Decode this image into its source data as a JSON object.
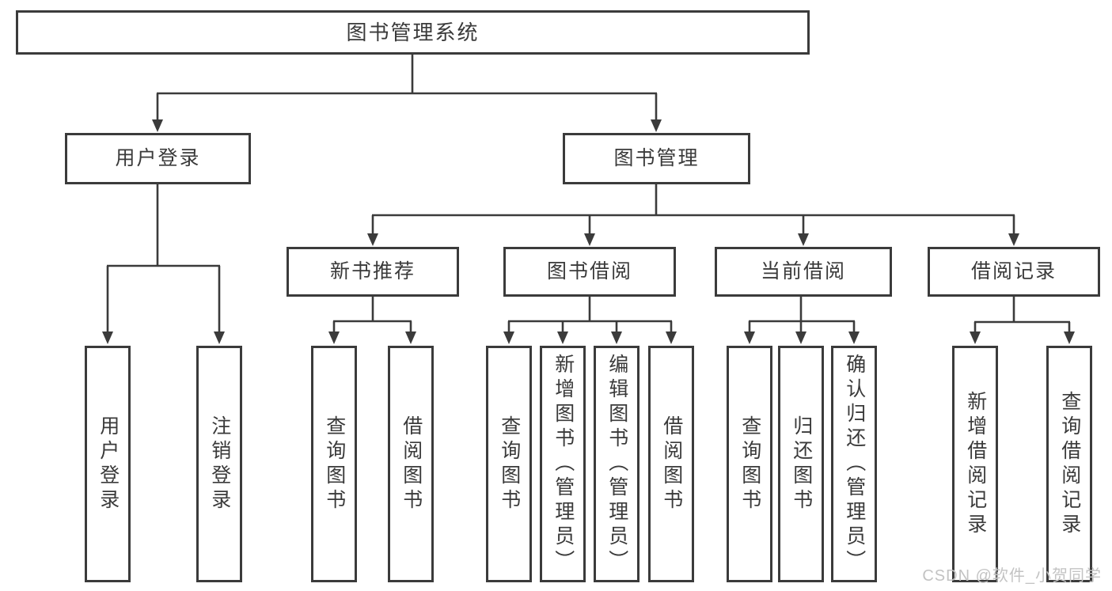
{
  "diagram": {
    "root": "图书管理系统",
    "level2": [
      "用户登录",
      "图书管理"
    ],
    "level3": [
      "新书推荐",
      "图书借阅",
      "当前借阅",
      "借阅记录"
    ],
    "leaves_user_login": [
      "用户登录",
      "注销登录"
    ],
    "leaves_new_book": [
      "查询图书",
      "借阅图书"
    ],
    "leaves_book_borrow": [
      "查询图书",
      "新增图书（管理员）",
      "编辑图书（管理员）",
      "借阅图书"
    ],
    "leaves_current_borrow": [
      "查询图书",
      "归还图书",
      "确认归还（管理员）"
    ],
    "leaves_borrow_records": [
      "新增借阅记录",
      "查询借阅记录"
    ]
  },
  "watermark": "CSDN @软件_小贺同学",
  "colors": {
    "line": "#3b3b3b",
    "text": "#3a3a3a",
    "watermark": "#c3c3c3",
    "background": "#ffffff"
  }
}
